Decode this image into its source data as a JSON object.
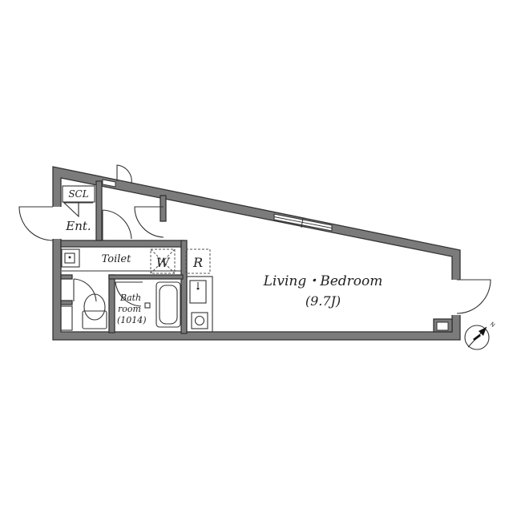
{
  "rooms": {
    "living_bedroom": "Living・Bedroom",
    "living_size": "(9.7J)",
    "toilet": "Toilet",
    "bath_line1": "Bath",
    "bath_line2": "room",
    "bath_size": "(1014)",
    "entrance": "Ent.",
    "shoe_closet": "SCL"
  },
  "fixtures": {
    "washer_space": "W",
    "refrigerator_space": "R"
  },
  "compass": {
    "north_label": "N"
  }
}
